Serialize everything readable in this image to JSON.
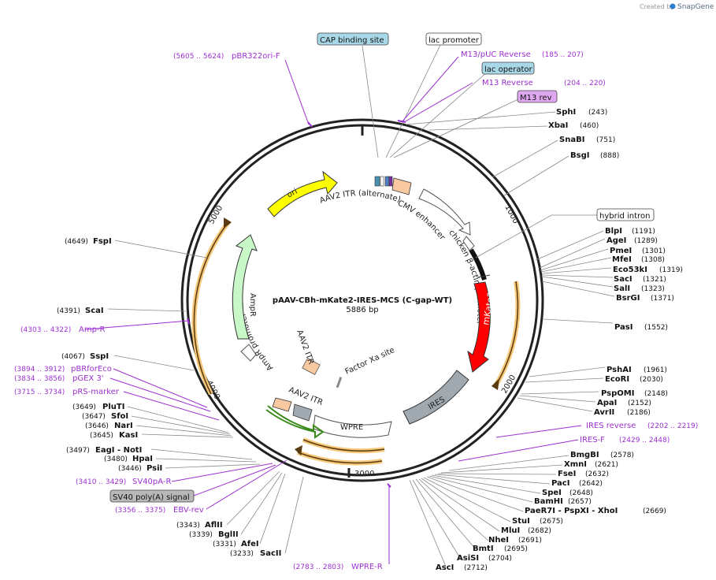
{
  "watermark": {
    "created_by": "Created by",
    "brand": "SnapGene"
  },
  "plasmid": {
    "name": "pAAV-CBh-mKate2-IRES-MCS (C-gap-WT)",
    "size": "5886 bp",
    "length": 5886
  },
  "ticks": [
    {
      "text": "1000",
      "pos": 1000
    },
    {
      "text": "2000",
      "pos": 2000
    },
    {
      "text": "3000",
      "pos": 3000
    },
    {
      "text": "4000",
      "pos": 4000
    },
    {
      "text": "5000",
      "pos": 5000
    }
  ],
  "features": [
    {
      "name": "ori",
      "color": "#ffff00"
    },
    {
      "name": "AAV2 ITR (alternate)",
      "color": "#f8c8a0"
    },
    {
      "name": "CMV enhancer",
      "color": "#ffffff"
    },
    {
      "name": "chicken β-actin promoter",
      "color": "#ffffff"
    },
    {
      "name": "mKate2",
      "color": "#ff0000"
    },
    {
      "name": "IRES",
      "color": "#a0a8b0"
    },
    {
      "name": "WPRE",
      "color": "#ffffff"
    },
    {
      "name": "AAV2 ITR",
      "color": "#f8c8a0"
    },
    {
      "name": "AmpR promoter",
      "color": "#ffffff"
    },
    {
      "name": "AmpR",
      "color": "#c8f8c8"
    },
    {
      "name": "AAV2 ITR",
      "color": "#f8c8a0"
    },
    {
      "name": "Factor Xa site",
      "color": "#888888"
    }
  ],
  "boxed_labels": [
    {
      "text": "CAP binding site",
      "fill": "#a8d8e8"
    },
    {
      "text": "lac promoter",
      "fill": "#ffffff"
    },
    {
      "text": "lac operator",
      "fill": "#a8d8e8"
    },
    {
      "text": "M13 rev",
      "fill": "#e0a8f0"
    },
    {
      "text": "hybrid intron",
      "fill": "#ffffff"
    },
    {
      "text": "SV40 poly(A) signal",
      "fill": "#b8b8b8"
    }
  ],
  "primers": [
    {
      "range": "(5605 .. 5624)",
      "name": "pBR322ori-F"
    },
    {
      "range": "(185 .. 207)",
      "name": "M13/pUC Reverse"
    },
    {
      "range": "(204 .. 220)",
      "name": "M13 Reverse"
    },
    {
      "range": "(4303 .. 4322)",
      "name": "Amp-R"
    },
    {
      "range": "(3894 .. 3912)",
      "name": "pBRforEco"
    },
    {
      "range": "(3834 .. 3856)",
      "name": "pGEX 3'"
    },
    {
      "range": "(3715 .. 3734)",
      "name": "pRS-marker"
    },
    {
      "range": "(3410 .. 3429)",
      "name": "SV40pA-R"
    },
    {
      "range": "(3356 .. 3375)",
      "name": "EBV-rev"
    },
    {
      "range": "(2783 .. 2803)",
      "name": "WPRE-R"
    },
    {
      "range": "(2202 .. 2219)",
      "name": "IRES reverse"
    },
    {
      "range": "(2429 .. 2448)",
      "name": "IRES-F"
    }
  ],
  "sites_right": [
    {
      "name": "SphI",
      "pos": "(243)"
    },
    {
      "name": "XbaI",
      "pos": "(460)"
    },
    {
      "name": "SnaBI",
      "pos": "(751)"
    },
    {
      "name": "BsgI",
      "pos": "(888)"
    },
    {
      "name": "BlpI",
      "pos": "(1191)"
    },
    {
      "name": "AgeI",
      "pos": "(1289)"
    },
    {
      "name": "PmeI",
      "pos": "(1301)"
    },
    {
      "name": "MfeI",
      "pos": "(1308)"
    },
    {
      "name": "Eco53kI",
      "pos": "(1319)"
    },
    {
      "name": "SacI",
      "pos": "(1321)"
    },
    {
      "name": "SalI",
      "pos": "(1323)"
    },
    {
      "name": "BsrGI",
      "pos": "(1371)"
    },
    {
      "name": "PasI",
      "pos": "(1552)"
    },
    {
      "name": "PshAI",
      "pos": "(1961)"
    },
    {
      "name": "EcoRI",
      "pos": "(2030)"
    },
    {
      "name": "PspOMI",
      "pos": "(2148)"
    },
    {
      "name": "ApaI",
      "pos": "(2152)"
    },
    {
      "name": "AvrII",
      "pos": "(2186)"
    },
    {
      "name": "BmgBI",
      "pos": "(2578)"
    },
    {
      "name": "XmnI",
      "pos": "(2621)"
    },
    {
      "name": "FseI",
      "pos": "(2632)"
    },
    {
      "name": "PacI",
      "pos": "(2642)"
    },
    {
      "name": "SpeI",
      "pos": "(2648)"
    },
    {
      "name": "BamHI",
      "pos": "(2657)"
    },
    {
      "name": "PaeR7I - PspXI - XhoI",
      "pos": "(2669)"
    },
    {
      "name": "StuI",
      "pos": "(2675)"
    },
    {
      "name": "MluI",
      "pos": "(2682)"
    },
    {
      "name": "NheI",
      "pos": "(2691)"
    },
    {
      "name": "BmtI",
      "pos": "(2695)"
    },
    {
      "name": "AsiSI",
      "pos": "(2704)"
    },
    {
      "name": "AscI",
      "pos": "(2712)"
    }
  ],
  "sites_left": [
    {
      "name": "FspI",
      "pos": "(4649)"
    },
    {
      "name": "ScaI",
      "pos": "(4391)"
    },
    {
      "name": "SspI",
      "pos": "(4067)"
    },
    {
      "name": "PluTI",
      "pos": "(3649)"
    },
    {
      "name": "SfoI",
      "pos": "(3647)"
    },
    {
      "name": "NarI",
      "pos": "(3646)"
    },
    {
      "name": "KasI",
      "pos": "(3645)"
    },
    {
      "name": "EagI - NotI",
      "pos": "(3497)"
    },
    {
      "name": "HpaI",
      "pos": "(3480)"
    },
    {
      "name": "PsiI",
      "pos": "(3446)"
    },
    {
      "name": "AflII",
      "pos": "(3343)"
    },
    {
      "name": "BglII",
      "pos": "(3339)"
    },
    {
      "name": "AfeI",
      "pos": "(3331)"
    },
    {
      "name": "SacII",
      "pos": "(3233)"
    }
  ]
}
